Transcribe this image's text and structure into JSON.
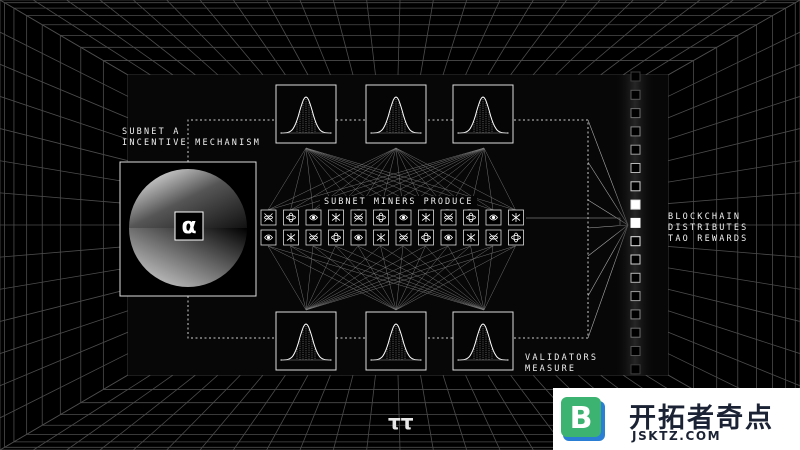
{
  "subnet_label": [
    "SUBNET α",
    "INCENTIVE MECHANISM"
  ],
  "alpha_symbol": "α",
  "miners_label": "SUBNET MINERS PRODUCE",
  "validators_label": [
    "VALIDATORS",
    "MEASURE"
  ],
  "chain_label": [
    "BLOCKCHAIN",
    "DISTRIBUTES",
    "TAO REWARDS"
  ],
  "logo": "ττ",
  "watermark": {
    "title": "开拓者奇点",
    "url": "JSKTZ.COM",
    "badge_letter": "B"
  },
  "icons": {
    "curve": "bell-curve-icon",
    "miner": "output-pattern-icon",
    "block": "block-square-icon"
  },
  "colors": {
    "background": "#000000",
    "grid": "#5a5a5a",
    "line": "#bbbbbb",
    "accent": "#ffffff",
    "watermark_green": "#3cb371",
    "watermark_blue": "#2a7fd4"
  }
}
